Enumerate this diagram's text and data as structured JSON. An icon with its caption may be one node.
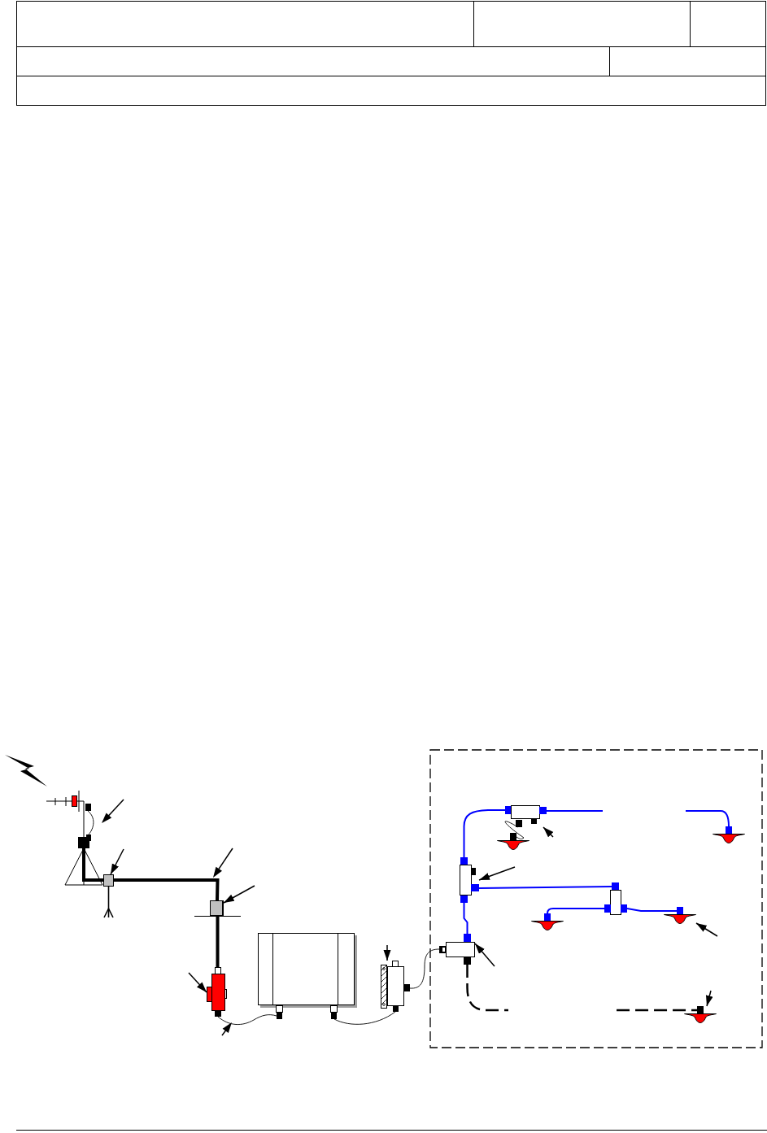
{
  "diagram": {
    "nodes": [
      {
        "text": [],
        "shape": "antenna"
      },
      {
        "text": [],
        "shape": "box"
      },
      {
        "text": [],
        "shape": "box"
      },
      {
        "text": [],
        "shape": "box"
      },
      {
        "text": [],
        "shape": "box"
      },
      {
        "text": [],
        "shape": "box"
      },
      {
        "text": [],
        "shape": "box"
      },
      {
        "text": [],
        "shape": "box"
      },
      {
        "text": [],
        "shape": "box",
        "in": 7
      },
      {
        "text": [],
        "shape": "antenna",
        "in": 7
      },
      {
        "text": [],
        "shape": "antenna",
        "in": 7
      },
      {
        "text": [],
        "shape": "box",
        "in": 7
      },
      {
        "text": [],
        "shape": "box",
        "in": 7
      },
      {
        "text": [],
        "shape": "antenna",
        "in": 7
      },
      {
        "text": [],
        "shape": "antenna",
        "in": 7
      },
      {
        "text": [],
        "shape": "box",
        "in": 7
      },
      {
        "text": [],
        "shape": "antenna",
        "in": 7
      }
    ],
    "edges": [
      {
        "from": 0,
        "to": 1,
        "arrow": "none"
      },
      {
        "from": 1,
        "to": 2,
        "arrow": "none",
        "style": "thick"
      },
      {
        "from": 2,
        "to": 3,
        "arrow": "none",
        "style": "thick"
      },
      {
        "from": 3,
        "to": 4,
        "arrow": "none",
        "style": "thick"
      },
      {
        "from": 4,
        "to": 5,
        "arrow": "none"
      },
      {
        "from": 5,
        "to": 6,
        "arrow": "none"
      },
      {
        "from": 6,
        "to": 15,
        "arrow": "none"
      },
      {
        "from": 15,
        "to": 11,
        "arrow": "none",
        "color": "#0000ff"
      },
      {
        "from": 11,
        "to": 8,
        "arrow": "none",
        "color": "#0000ff"
      },
      {
        "from": 8,
        "to": 9,
        "arrow": "none"
      },
      {
        "from": 8,
        "to": 10,
        "arrow": "none",
        "color": "#0000ff"
      },
      {
        "from": 11,
        "to": 12,
        "arrow": "none",
        "color": "#0000ff"
      },
      {
        "from": 12,
        "to": 13,
        "arrow": "none",
        "color": "#0000ff"
      },
      {
        "from": 12,
        "to": 14,
        "arrow": "none",
        "color": "#0000ff"
      },
      {
        "from": 15,
        "to": 16,
        "arrow": "none",
        "style": "dashed"
      },
      {
        "from": null,
        "to": 2,
        "arrow": "to"
      },
      {
        "from": null,
        "to": 3,
        "arrow": "to"
      },
      {
        "from": null,
        "to": 4,
        "arrow": "to"
      },
      {
        "from": null,
        "to": 6,
        "arrow": "to"
      },
      {
        "from": null,
        "to": 8,
        "arrow": "to"
      },
      {
        "from": null,
        "to": 11,
        "arrow": "to"
      },
      {
        "from": null,
        "to": 15,
        "arrow": "to"
      },
      {
        "from": null,
        "to": 14,
        "arrow": "to"
      },
      {
        "from": null,
        "to": 16,
        "arrow": "to"
      }
    ]
  }
}
